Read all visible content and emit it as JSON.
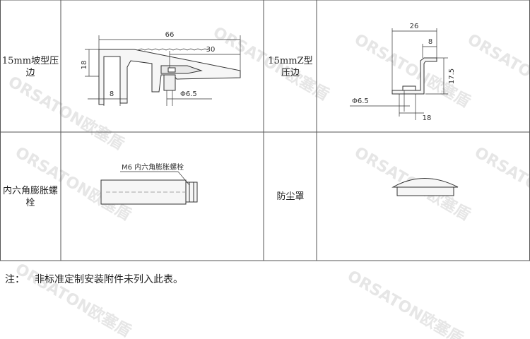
{
  "watermark": "ORSATON欧塞盾",
  "rows": [
    {
      "left": {
        "label": "15mm坡型压边",
        "dims": {
          "total": "66",
          "inner": "30",
          "height": "18",
          "base": "8",
          "hole": "Φ6.5"
        }
      },
      "right": {
        "label": "15mmZ型压边",
        "dims": {
          "top": "26",
          "flange": "8",
          "height": "17.5",
          "base": "18",
          "hole": "Φ6.5"
        }
      }
    },
    {
      "left": {
        "label": "内六角膨胀螺栓",
        "callout": "M6 内六角膨胀螺栓"
      },
      "right": {
        "label": "防尘罩"
      }
    }
  ],
  "note": {
    "prefix": "注：",
    "text": "非标准定制安装附件未列入此表。"
  }
}
